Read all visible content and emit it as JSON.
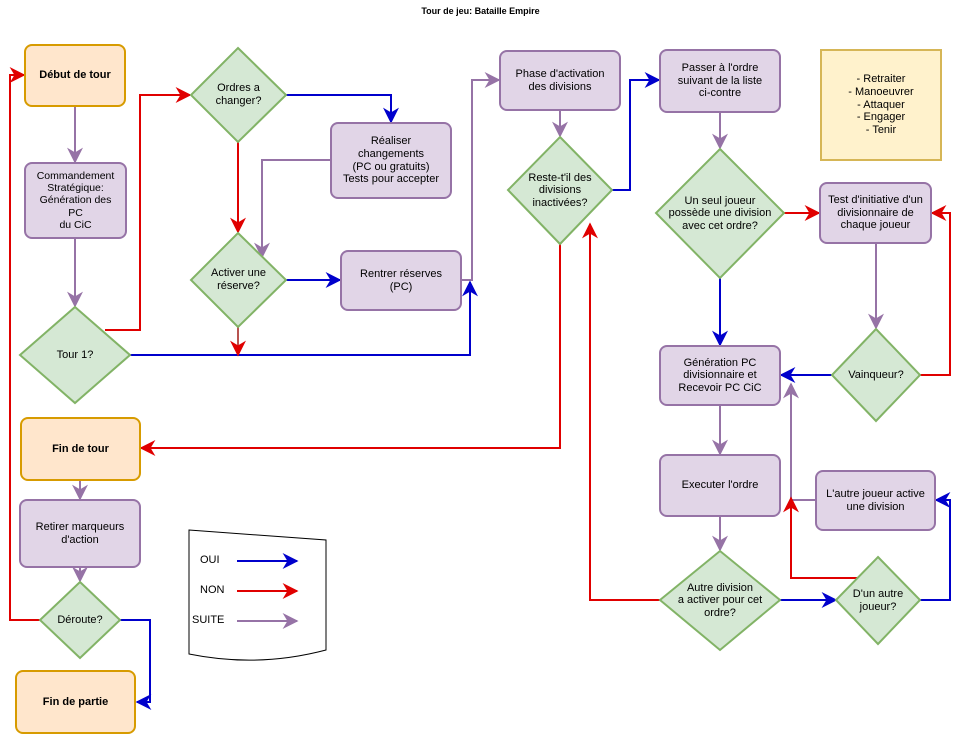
{
  "title": "Tour de jeu: Bataille Empire",
  "colors": {
    "start_fill": "#ffe6cc",
    "start_stroke": "#d79b00",
    "process_fill": "#e1d5e7",
    "process_stroke": "#9673a6",
    "decision_fill": "#d5e8d4",
    "decision_stroke": "#82b366",
    "note_fill": "#fff2cc",
    "note_stroke": "#d6b656",
    "yes": "#0000cc",
    "no": "#e00000",
    "next": "#9673a6"
  },
  "nodes": {
    "debut_de_tour": "Début de tour",
    "commandement": "Commandement\nStratégique:\nGénération des\nPC\ndu CiC",
    "tour1": "Tour 1?",
    "fin_de_tour": "Fin de tour",
    "retirer_marqueurs": "Retirer marqueurs\nd'action",
    "deroute": "Déroute?",
    "fin_de_partie": "Fin de partie",
    "ordres_a_changer": "Ordres a\nchanger?",
    "realiser_changements": "Réaliser\nchangements\n(PC ou gratuits)\nTests pour accepter",
    "activer_reserve": "Activer une\nréserve?",
    "rentrer_reserves": "Rentrer réserves\n(PC)",
    "phase_activation": "Phase d'activation\ndes divisions",
    "reste_divisions": "Reste-t'il des\ndivisions\ninactivées?",
    "passer_ordre": "Passer à l'ordre\nsuivant de la liste\nci-contre",
    "un_seul_joueur": "Un seul joueur\npossède une division\navec cet ordre?",
    "test_initiative": "Test d'initiative d'un\ndivisionnaire de\nchaque joueur",
    "vainqueur": "Vainqueur?",
    "generation_pc": "Génération PC\ndivisionnaire et\nRecevoir PC CiC",
    "executer_ordre": "Executer l'ordre",
    "autre_joueur_active": "L'autre joueur active\nune division",
    "autre_division": "Autre division\na activer pour cet\nordre?",
    "dun_autre_joueur": "D'un autre\njoueur?",
    "ordres_liste": "- Retraiter\n- Manoeuvrer\n- Attaquer\n- Engager\n- Tenir"
  },
  "legend": {
    "oui": "OUI",
    "non": "NON",
    "suite": "SUITE"
  }
}
